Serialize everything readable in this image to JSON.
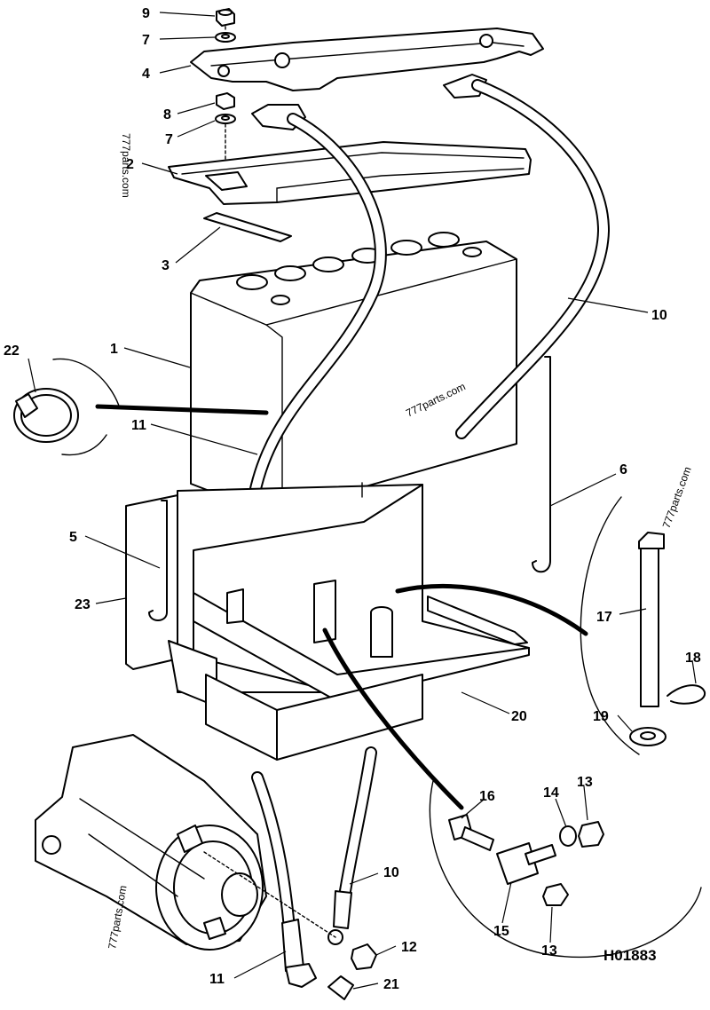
{
  "drawing_code": "H01883",
  "watermark": "777parts.com",
  "callouts": [
    {
      "id": "lbl-9",
      "text": "9"
    },
    {
      "id": "lbl-7-top",
      "text": "7"
    },
    {
      "id": "lbl-4",
      "text": "4"
    },
    {
      "id": "lbl-8",
      "text": "8"
    },
    {
      "id": "lbl-7-mid",
      "text": "7"
    },
    {
      "id": "lbl-2",
      "text": "2"
    },
    {
      "id": "lbl-3",
      "text": "3"
    },
    {
      "id": "lbl-1",
      "text": "1"
    },
    {
      "id": "lbl-22",
      "text": "22"
    },
    {
      "id": "lbl-11-top",
      "text": "11"
    },
    {
      "id": "lbl-10-top",
      "text": "10"
    },
    {
      "id": "lbl-6",
      "text": "6"
    },
    {
      "id": "lbl-5",
      "text": "5"
    },
    {
      "id": "lbl-23",
      "text": "23"
    },
    {
      "id": "lbl-17",
      "text": "17"
    },
    {
      "id": "lbl-18",
      "text": "18"
    },
    {
      "id": "lbl-19",
      "text": "19"
    },
    {
      "id": "lbl-20",
      "text": "20"
    },
    {
      "id": "lbl-16",
      "text": "16"
    },
    {
      "id": "lbl-14",
      "text": "14"
    },
    {
      "id": "lbl-13-top",
      "text": "13"
    },
    {
      "id": "lbl-15",
      "text": "15"
    },
    {
      "id": "lbl-13-bottom",
      "text": "13"
    },
    {
      "id": "lbl-10-bottom",
      "text": "10"
    },
    {
      "id": "lbl-12",
      "text": "12"
    },
    {
      "id": "lbl-11-bottom",
      "text": "11"
    },
    {
      "id": "lbl-21",
      "text": "21"
    }
  ]
}
